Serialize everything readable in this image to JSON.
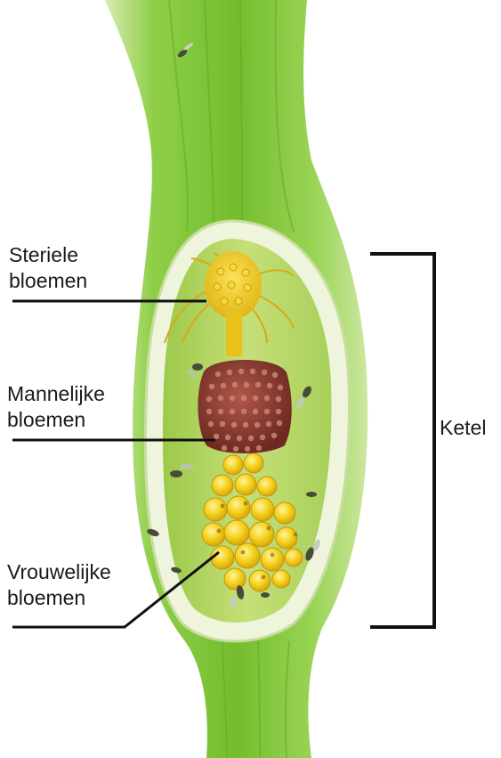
{
  "labels": {
    "sterile": {
      "line1": "Steriele",
      "line2": "bloemen"
    },
    "male": {
      "line1": "Mannelijke",
      "line2": "bloemen"
    },
    "female": {
      "line1": "Vrouwelijke",
      "line2": "bloemen"
    },
    "chamber": "Ketel"
  },
  "colors": {
    "stem_green": "#7cc13a",
    "stem_light": "#c9e59a",
    "chamber_inner": "#b9d86a",
    "sterile_yellow": "#f2d21a",
    "male_maroon": "#8a3a2e",
    "female_yellow": "#f5d21c",
    "label_line": "#111111"
  }
}
